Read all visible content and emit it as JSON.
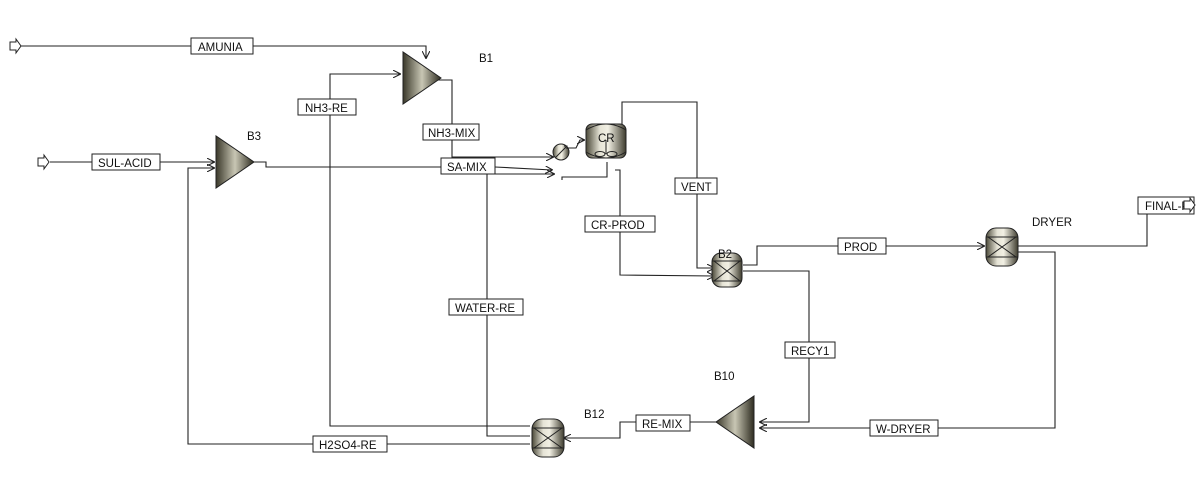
{
  "streams": {
    "amunia": "AMUNIA",
    "nh3_re": "NH3-RE",
    "nh3_mix": "NH3-MIX",
    "sul_acid": "SUL-ACID",
    "sa_mix": "SA-MIX",
    "vent": "VENT",
    "cr_prod": "CR-PROD",
    "prod": "PROD",
    "final": "FINAL-P",
    "water_re": "WATER-RE",
    "recy1": "RECY1",
    "re_mix": "RE-MIX",
    "w_dryer": "W-DRYER",
    "h2so4_re": "H2SO4-RE"
  },
  "blocks": {
    "b1": "B1",
    "b3": "B3",
    "cr": "CR",
    "b2": "B2",
    "dryer": "DRYER",
    "b10": "B10",
    "b12": "B12"
  },
  "colors": {
    "equipment_light": "#d8d6c8",
    "equipment_dark": "#3a3a2c",
    "line": "#222222"
  }
}
